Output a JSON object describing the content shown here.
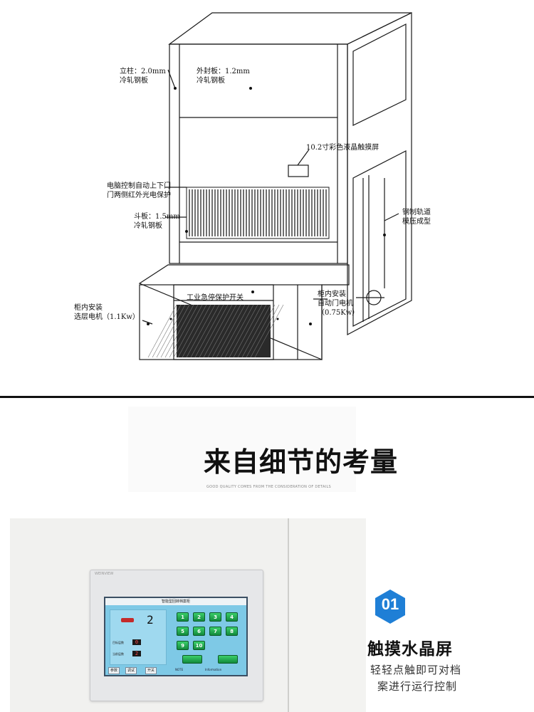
{
  "drawing": {
    "callouts": {
      "column": [
        "立柱：2.0mm",
        "冷轧钢板"
      ],
      "outer_panel": [
        "外封板：1.2mm",
        "冷轧钢板"
      ],
      "touchscreen": [
        "10.2寸彩色液晶触摸屏"
      ],
      "door_protect": [
        "电脑控制自动上下门",
        "门两侧红外光电保护"
      ],
      "bucket": [
        "斗板：1.5mm",
        "冷轧钢板"
      ],
      "rail": [
        "钢制轨道",
        "模压成型"
      ],
      "estop": [
        "工业急停保护开关"
      ],
      "door_motor": [
        "柜内安装",
        "自动门电机",
        "（0.75Kw）"
      ],
      "layer_motor": [
        "柜内安装",
        "选层电机（1.1Kw）"
      ]
    }
  },
  "section": {
    "title": "来自细节的考量",
    "subtitle": "GOOD QUALITY COMES FROM THE CONSIDERATION OF DETAILS"
  },
  "panel": {
    "brand": "WEINVIEW",
    "header": "智能型回转档案柜",
    "readout": "2",
    "status": [
      {
        "label": "目标层数",
        "value": "0"
      },
      {
        "label": "当前层数",
        "value": "2"
      }
    ],
    "keys": [
      "1",
      "2",
      "3",
      "4",
      "5",
      "6",
      "7",
      "8",
      "9",
      "10"
    ],
    "footer": {
      "params": "参数",
      "alarm": "调试",
      "door": "开关",
      "note": "NOTE",
      "info": "Information"
    }
  },
  "feature": {
    "number": "01",
    "title": "触摸水晶屏",
    "desc_line1": "轻轻点触即可对档",
    "desc_line2": "案进行运行控制",
    "badge_color": "#1f7fd6"
  }
}
